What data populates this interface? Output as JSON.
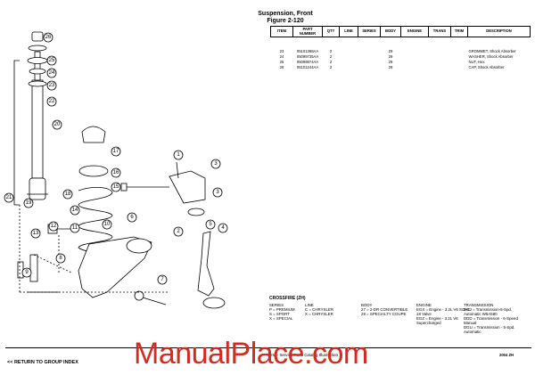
{
  "header": {
    "title": "Suspension, Front",
    "figure": "Figure 2-120"
  },
  "table": {
    "headers": [
      "ITEM",
      "PART NUMBER",
      "QTY",
      "LINE",
      "SERIES",
      "BODY",
      "ENGINE",
      "TRANS",
      "TRIM",
      "DESCRIPTION"
    ],
    "rows": [
      {
        "item": "23",
        "part": "05101368AA",
        "qty": "2",
        "line": "",
        "series": "",
        "body": "29",
        "engine": "",
        "trans": "",
        "trim": "",
        "desc": "GROMMET, Shock Absorber"
      },
      {
        "item": "24",
        "part": "05099735AA",
        "qty": "2",
        "line": "",
        "series": "",
        "body": "29",
        "engine": "",
        "trans": "",
        "trim": "",
        "desc": "WASHER, Shock Absorber"
      },
      {
        "item": "25",
        "part": "05099874AA",
        "qty": "2",
        "line": "",
        "series": "",
        "body": "29",
        "engine": "",
        "trans": "",
        "trim": "",
        "desc": "NUT, Hex"
      },
      {
        "item": "26",
        "part": "05101244AA",
        "qty": "2",
        "line": "",
        "series": "",
        "body": "29",
        "engine": "",
        "trans": "",
        "trim": "",
        "desc": "CAP, Shock Absorber"
      }
    ]
  },
  "legend": {
    "heading": "CROSSFIRE (ZH)",
    "series": {
      "title": "SERIES",
      "lines": [
        "P = PREMIUM",
        "S = SPORT",
        "X = SPECIAL"
      ]
    },
    "line": {
      "title": "LINE",
      "lines": [
        "C = CHRYSLER",
        "X = CHRYSLER"
      ]
    },
    "body": {
      "title": "BODY",
      "lines": [
        "27 = 2-DR CONVERTIBLE",
        "29 = SPECIALTY COUPE"
      ]
    },
    "engine": {
      "title": "ENGINE",
      "lines": [
        "EGX = Engine - 3.2L V6 SOHC",
        "18 Valve",
        "EGZ = Engine - 3.2L V6",
        "Supercharged"
      ]
    },
    "transmission": {
      "title": "TRANSMISSION",
      "lines": [
        "DGJ = Transmission-5-Spd.",
        "Automatic W5A580",
        "DDD = Transmission - 6-Speed",
        "Manual",
        "DGU = Transmission - 5-Spd.",
        "Automatic"
      ]
    }
  },
  "callouts": [
    "1",
    "2",
    "3",
    "4",
    "5",
    "6",
    "7",
    "8",
    "9",
    "10",
    "11",
    "12",
    "13",
    "14",
    "15",
    "16",
    "17",
    "18",
    "19",
    "20",
    "21",
    "22",
    "23",
    "24",
    "25",
    "26"
  ],
  "footer": {
    "back_link": "<< RETURN TO GROUP INDEX",
    "center": "NEW - Service Parts Catalog Illustration",
    "right": "2004 ZH"
  },
  "watermark": "ManualPlace.com"
}
